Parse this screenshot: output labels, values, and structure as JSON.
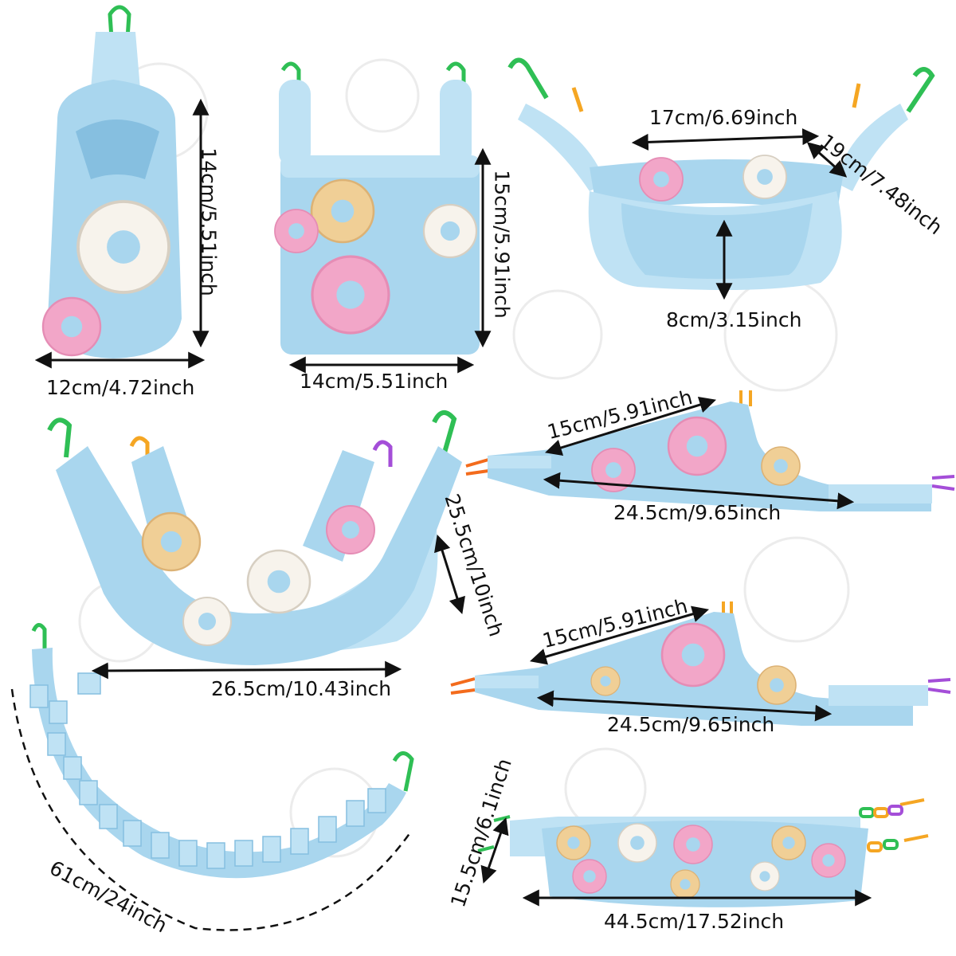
{
  "palette": {
    "fabric": "#a9d6ee",
    "fabric_dark": "#86bfe0",
    "fleece": "#bfe2f4",
    "donut_pink": "#f2a6c8",
    "donut_tan": "#f0cf96",
    "donut_white": "#f7f3ec",
    "clip_green": "#2fbf55",
    "clip_orange": "#f5a623",
    "clip_purple": "#a44ed8",
    "arrow": "#111111"
  },
  "products": [
    {
      "item": "hanging-sleeping-bag",
      "dimensions": [
        "14cm/5.51inch",
        "12cm/4.72inch"
      ]
    },
    {
      "item": "square-hanging-bed",
      "dimensions": [
        "15cm/5.91inch",
        "14cm/5.51inch"
      ]
    },
    {
      "item": "double-layer-hammock",
      "dimensions": [
        "17cm/6.69inch",
        "19cm/7.48inch",
        "8cm/3.15inch"
      ]
    },
    {
      "item": "triangle-hammock-1",
      "dimensions": [
        "15cm/5.91inch",
        "24.5cm/9.65inch"
      ]
    },
    {
      "item": "cradle-hammock",
      "dimensions": [
        "25.5cm/10inch",
        "26.5cm/10.43inch"
      ]
    },
    {
      "item": "triangle-hammock-2",
      "dimensions": [
        "15cm/5.91inch",
        "24.5cm/9.65inch"
      ]
    },
    {
      "item": "fringe-ladder-bridge",
      "dimensions": [
        "61cm/24inch"
      ]
    },
    {
      "item": "flat-hammock",
      "dimensions": [
        "15.5cm/6.1inch",
        "44.5cm/17.52inch"
      ]
    }
  ]
}
